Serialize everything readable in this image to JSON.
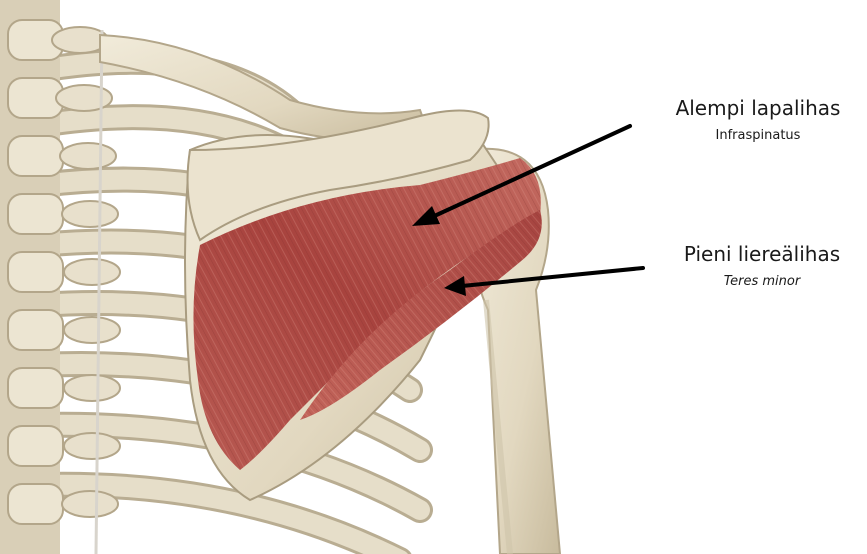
{
  "labels": {
    "infraspinatus": {
      "name": "Alempi lapalihas",
      "latin": "Infraspinatus"
    },
    "teres_minor": {
      "name": "Pieni liereälihas",
      "latin": "Teres minor"
    }
  },
  "colors": {
    "bone": "#e8e0cc",
    "bone_shadow": "#b9ad92",
    "muscle": "#b4504a",
    "muscle_dark": "#7e2f2c",
    "muscle_light": "#d68a7f",
    "arrow": "#000000"
  }
}
